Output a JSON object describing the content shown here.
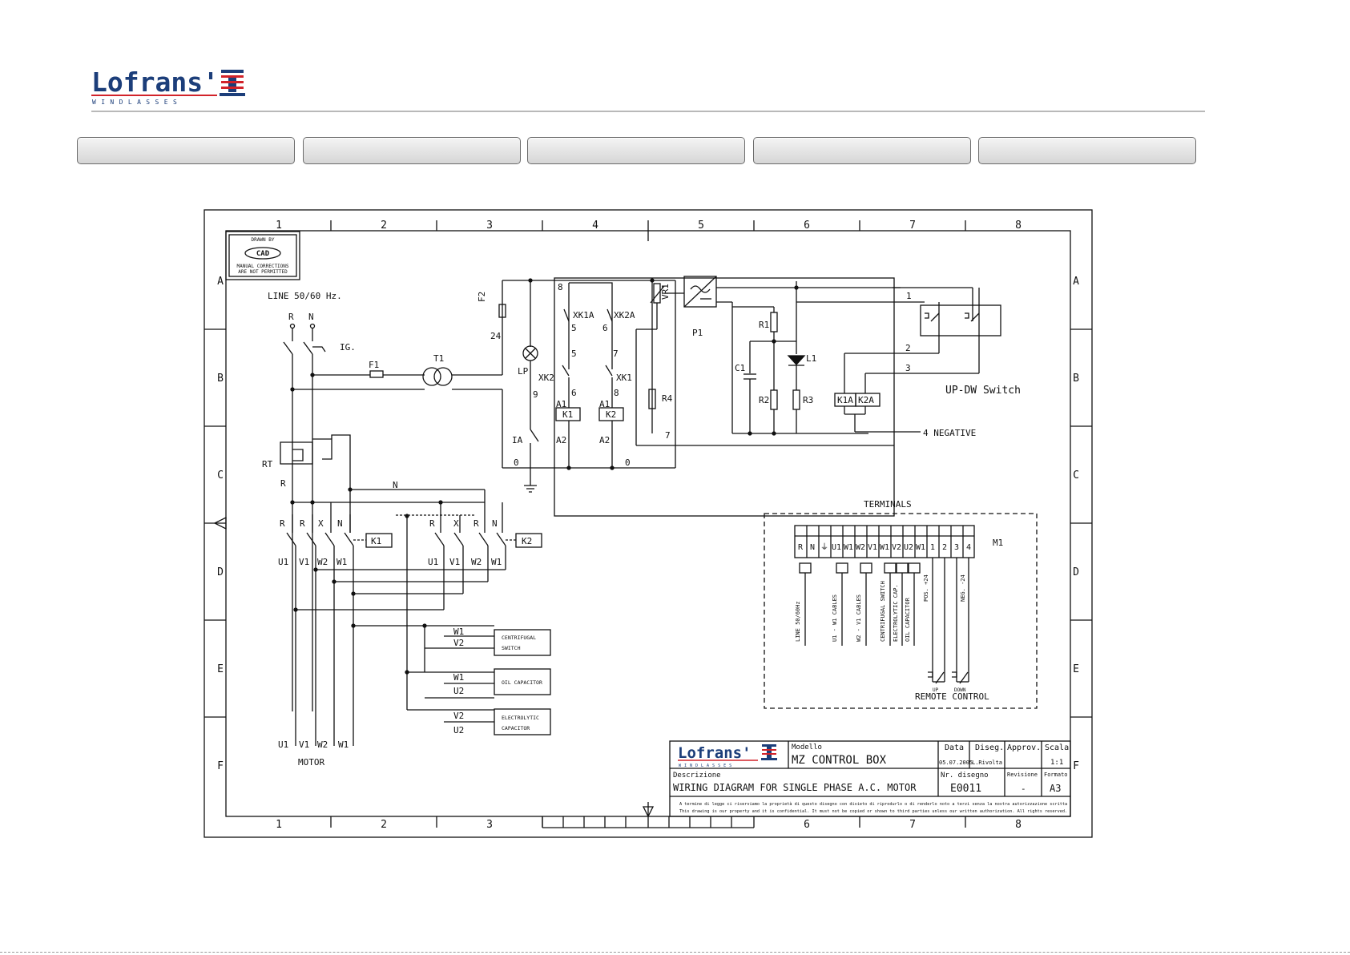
{
  "brand": {
    "name": "Lofrans'",
    "tagline": "WINDLASSES",
    "red": "#d2232a",
    "navy": "#1c3e7a"
  },
  "tabs": [
    "",
    "",
    "",
    "",
    ""
  ],
  "drawing": {
    "zones_top": [
      "1",
      "2",
      "3",
      "4",
      "5",
      "6",
      "7",
      "8"
    ],
    "zones_bottom": [
      "1",
      "2",
      "3",
      "6",
      "7",
      "8"
    ],
    "rows": [
      "A",
      "B",
      "C",
      "D",
      "E",
      "F"
    ],
    "stamp": {
      "line1": "DRAWN BY",
      "line2": "CAD",
      "line3": "MANUAL CORRECTIONS",
      "line4": "ARE NOT PERMITTED"
    },
    "labels": {
      "line": "LINE 50/60 Hz.",
      "R": "R",
      "N": "N",
      "X": "X",
      "IG": "IG.",
      "RT": "RT",
      "F1": "F1",
      "F2": "F2",
      "T1": "T1",
      "LP": "LP",
      "IA": "IA",
      "XK1A": "XK1A",
      "XK2A": "XK2A",
      "XK1": "XK1",
      "XK2": "XK2",
      "VR1": "VR1",
      "P1": "P1",
      "R1": "R1",
      "R2": "R2",
      "R3": "R3",
      "R4": "R4",
      "C1": "C1",
      "L1": "L1",
      "K1": "K1",
      "K2": "K2",
      "K1A": "K1A",
      "K2A": "K2A",
      "A1": "A1",
      "A2": "A2",
      "n0": "0",
      "n1": "1",
      "n2": "2",
      "n3": "3",
      "n5": "5",
      "n6": "6",
      "n7": "7",
      "n8": "8",
      "n9": "9",
      "n24": "24",
      "negative": "4  NEGATIVE",
      "updw": "UP-DW  Switch",
      "U1": "U1",
      "V1": "V1",
      "W1": "W1",
      "W2": "W2",
      "U2": "U2",
      "V2": "V2",
      "motor": "MOTOR",
      "centrifugal1": "CENTRIFUGAL",
      "centrifugal2": "SWITCH",
      "oilcap": "OIL  CAPACITOR",
      "elcap1": "ELECTROLYTIC",
      "elcap2": "CAPACITOR",
      "terminals": "TERMINALS",
      "M1": "M1",
      "remote": "REMOTE  CONTROL",
      "up": "UP",
      "down": "DOWN",
      "t_line": "LINE 50/60Hz",
      "t_u1w1": "U1 - W1 CABLES",
      "t_w2v1": "W2 - V1 CABLES",
      "t_cent": "CENTRIFUGAL SWITCH",
      "t_elec": "ELECTROLYTIC CAP.",
      "t_oil": "OIL CAPACITOR",
      "t_pos": "POS. +24",
      "t_neg": "NEG. -24"
    },
    "terminals": [
      "R",
      "N",
      "⏚",
      "U1",
      "W1",
      "W2",
      "V1",
      "W1",
      "V2",
      "U2",
      "W1",
      "1",
      "2",
      "3",
      "4"
    ],
    "titleblock": {
      "modello_label": "Modello",
      "modello": "MZ CONTROL BOX",
      "data_label": "Data",
      "data": "05.07.2005",
      "diseg_label": "Diseg.",
      "diseg": "L.Rivolta",
      "approv_label": "Approv.",
      "scala_label": "Scala",
      "scala": "1:1",
      "descr_label": "Descrizione",
      "descr": "WIRING DIAGRAM FOR SINGLE PHASE A.C. MOTOR",
      "nr_label": "Nr. disegno",
      "nr": "E0011",
      "rev_label": "Revisione",
      "rev": "-",
      "fmt_label": "Formato",
      "fmt": "A3",
      "legal1": "A termine di legge ci riserviamo la proprietà di questo disegno con divieto di riprodurlo o di renderlo noto a terzi senza la nostra autorizzazione scritta",
      "legal2": "This drawing is our property and it is confidential. It must not be copied or shown to third parties unless our written authorization. All rights reserved."
    }
  }
}
